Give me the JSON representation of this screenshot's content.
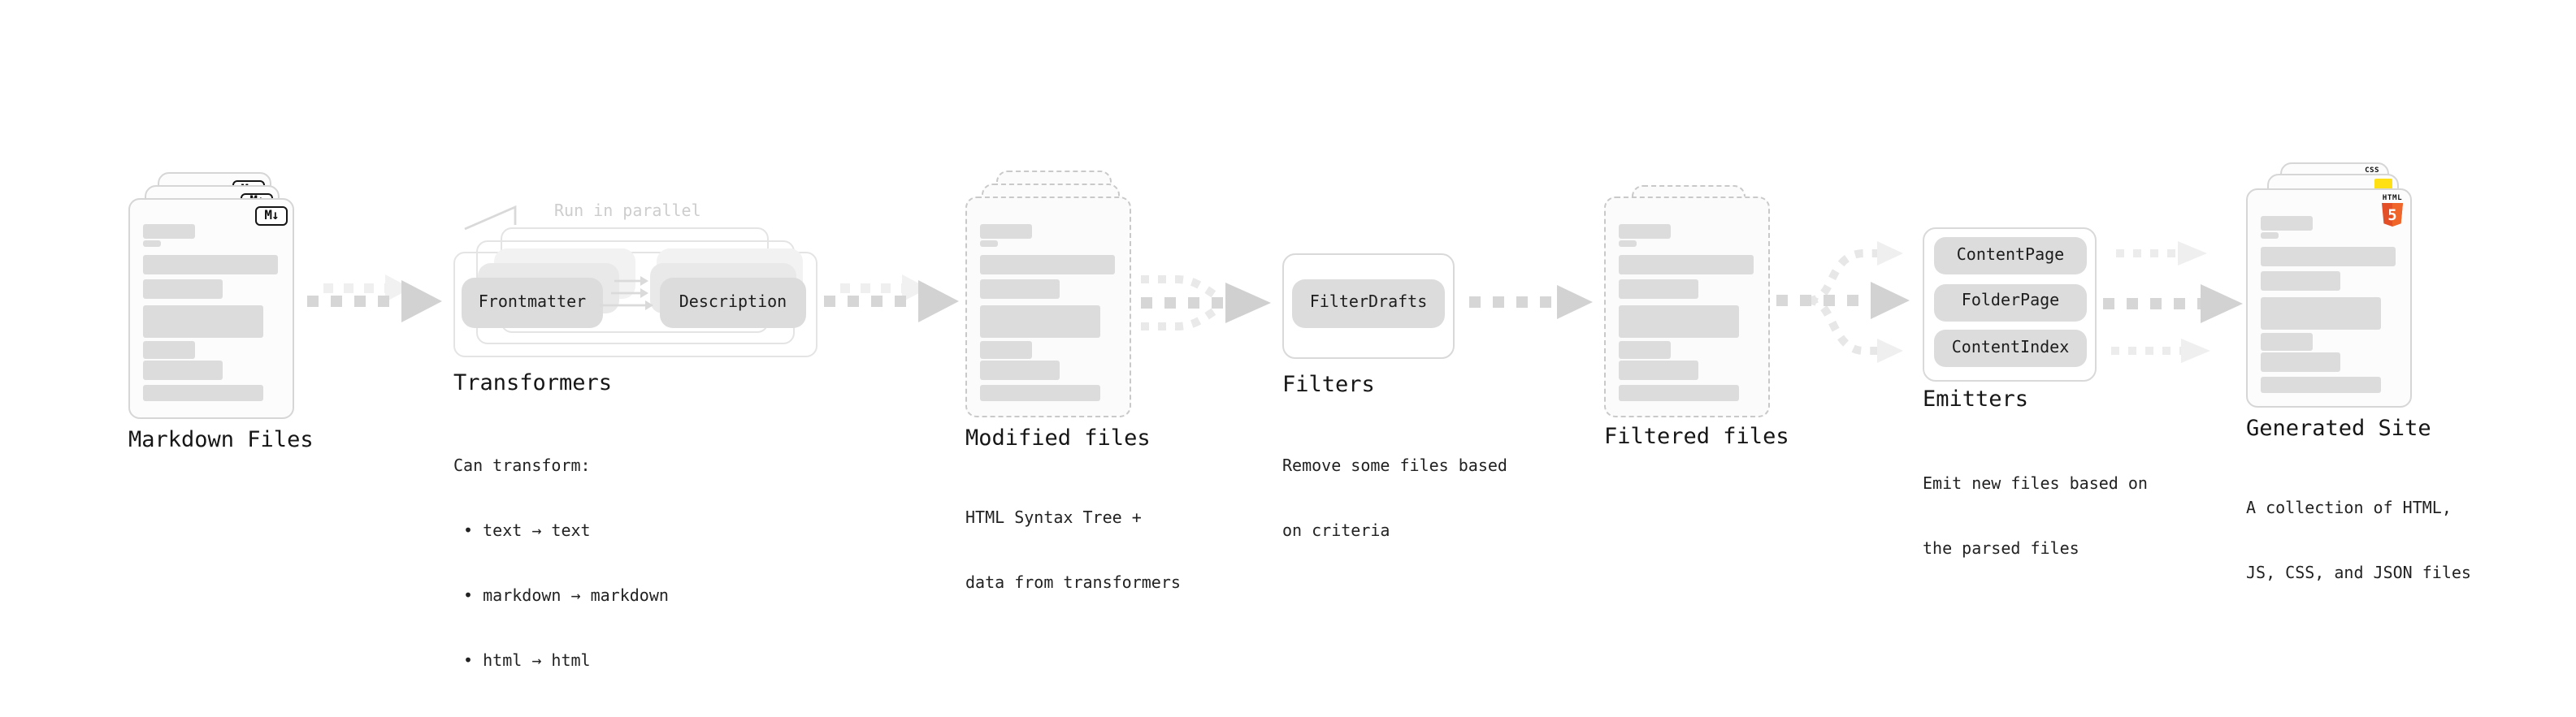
{
  "diagram": {
    "stages": [
      {
        "id": "markdown-files",
        "label": "Markdown Files"
      },
      {
        "id": "transformers",
        "label": "Transformers",
        "annotation": "Run in parallel",
        "chips": [
          "Frontmatter",
          "Description"
        ],
        "desc": [
          "Can transform:",
          " • text → text",
          " • markdown → markdown",
          " • html → html"
        ]
      },
      {
        "id": "modified-files",
        "label": "Modified files",
        "desc": [
          "HTML Syntax Tree +",
          "data from transformers"
        ]
      },
      {
        "id": "filters",
        "label": "Filters",
        "chips": [
          "FilterDrafts"
        ],
        "desc": [
          "Remove some files based",
          "on criteria"
        ]
      },
      {
        "id": "filtered-files",
        "label": "Filtered files"
      },
      {
        "id": "emitters",
        "label": "Emitters",
        "chips": [
          "ContentPage",
          "FolderPage",
          "ContentIndex"
        ],
        "desc": [
          "Emit new files based on",
          "the parsed files"
        ]
      },
      {
        "id": "generated-site",
        "label": "Generated Site",
        "desc": [
          "A collection of HTML,",
          "JS, CSS, and JSON files"
        ]
      }
    ],
    "badges": {
      "markdown": "M↓",
      "html_label": "HTML",
      "html5_number": "5",
      "css": "CSS"
    },
    "colors": {
      "html5_orange": "#e34f26",
      "js_yellow": "#f5de19",
      "css_blue": "#2965f1",
      "arrow_main": "#d6d6d6",
      "arrow_faint": "#ececec",
      "chip_bg": "#dcdcdc",
      "card_border": "#d6d6d6",
      "text_dark": "#161616",
      "annotation_gray": "#cdcdcd"
    }
  }
}
